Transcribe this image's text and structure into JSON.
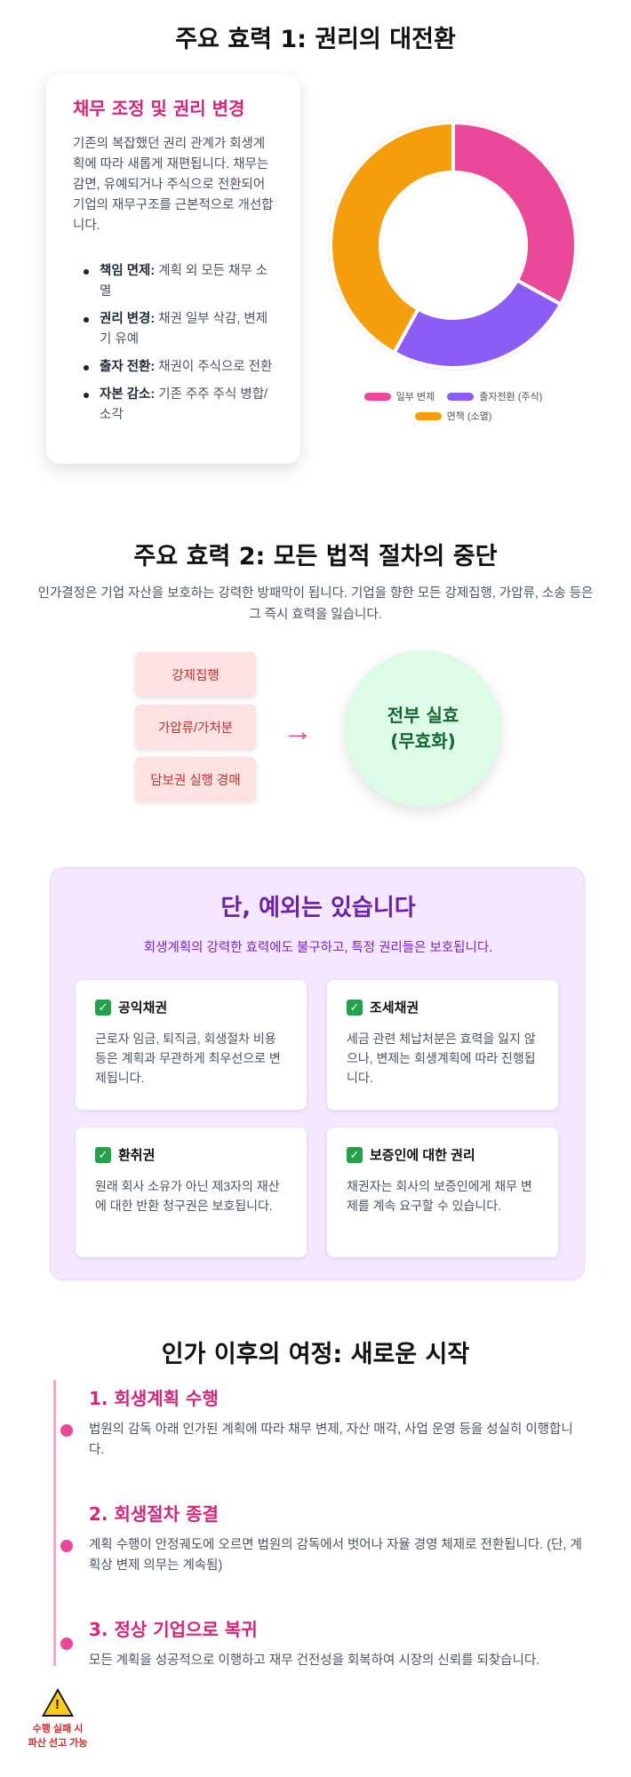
{
  "section1": {
    "title": "주요 효력 1: 권리의 대전환",
    "card_title": "채무 조정 및 권리 변경",
    "card_text": "기존의 복잡했던 권리 관계가 회생계획에 따라 새롭게 재편됩니다. 채무는 감면, 유예되거나 주식으로 전환되어 기업의 재무구조를 근본적으로 개선합니다.",
    "bullets": [
      {
        "label": "책임 면제:",
        "text": " 계획 외 모든 채무 소멸"
      },
      {
        "label": "권리 변경:",
        "text": " 채권 일부 삭감, 변제기 유예"
      },
      {
        "label": "출자 전환:",
        "text": " 채권이 주식으로 전환"
      },
      {
        "label": "자본 감소:",
        "text": " 기존 주주 주식 병합/소각"
      }
    ]
  },
  "chart_data": {
    "type": "pie",
    "donut": true,
    "categories": [
      "일부 변제",
      "출자전환 (주식)",
      "면책 (소멸)"
    ],
    "values": [
      33,
      25,
      42
    ],
    "colors": [
      "#ec4899",
      "#8b5cf6",
      "#f59e0b"
    ],
    "legend_position": "bottom"
  },
  "section2": {
    "title": "주요 효력 2: 모든 법적 절차의 중단",
    "text": "인가결정은 기업 자산을 보호하는 강력한 방패막이 됩니다. 기업을 향한 모든 강제집행, 가압류, 소송 등은 그 즉시 효력을 잃습니다.",
    "procedures": [
      "강제집행",
      "가압류/가처분",
      "담보권 실행 경매"
    ],
    "arrow": "→",
    "result_line1": "전부 실효",
    "result_line2": "(무효화)"
  },
  "section3": {
    "title": "단, 예외는 있습니다",
    "subtitle": "회생계획의 강력한 효력에도 불구하고, 특정 권리들은 보호됩니다.",
    "cards": [
      {
        "title": "공익채권",
        "text": "근로자 임금, 퇴직금, 회생절차 비용 등은 계획과 무관하게 최우선으로 변제됩니다."
      },
      {
        "title": "조세채권",
        "text": "세금 관련 체납처분은 효력을 잃지 않으나, 변제는 회생계획에 따라 진행됩니다."
      },
      {
        "title": "환취권",
        "text": "원래 회사 소유가 아닌 제3자의 재산에 대한 반환 청구권은 보호됩니다."
      },
      {
        "title": "보증인에 대한 권리",
        "text": "채권자는 회사의 보증인에게 채무 변제를 계속 요구할 수 있습니다."
      }
    ]
  },
  "section4": {
    "title": "인가 이후의 여정: 새로운 시작",
    "steps": [
      {
        "title": "1. 회생계획 수행",
        "text": "법원의 감독 아래 인가된 계획에 따라 채무 변제, 자산 매각, 사업 운영 등을 성실히 이행합니다."
      },
      {
        "title": "2. 회생절차 종결",
        "text": "계획 수행이 안정궤도에 오르면 법원의 감독에서 벗어나 자율 경영 체제로 전환됩니다. (단, 계획상 변제 의무는 계속됨)"
      },
      {
        "title": "3. 정상 기업으로 복귀",
        "text": "모든 계획을 성공적으로 이행하고 재무 건전성을 회복하여 시장의 신뢰를 되찾습니다."
      }
    ],
    "warning_line1": "수행 실패 시",
    "warning_line2": "파산 선고 가능"
  },
  "icons": {
    "check": "check-icon",
    "warning": "warning-icon",
    "arrow": "arrow-right-icon"
  }
}
